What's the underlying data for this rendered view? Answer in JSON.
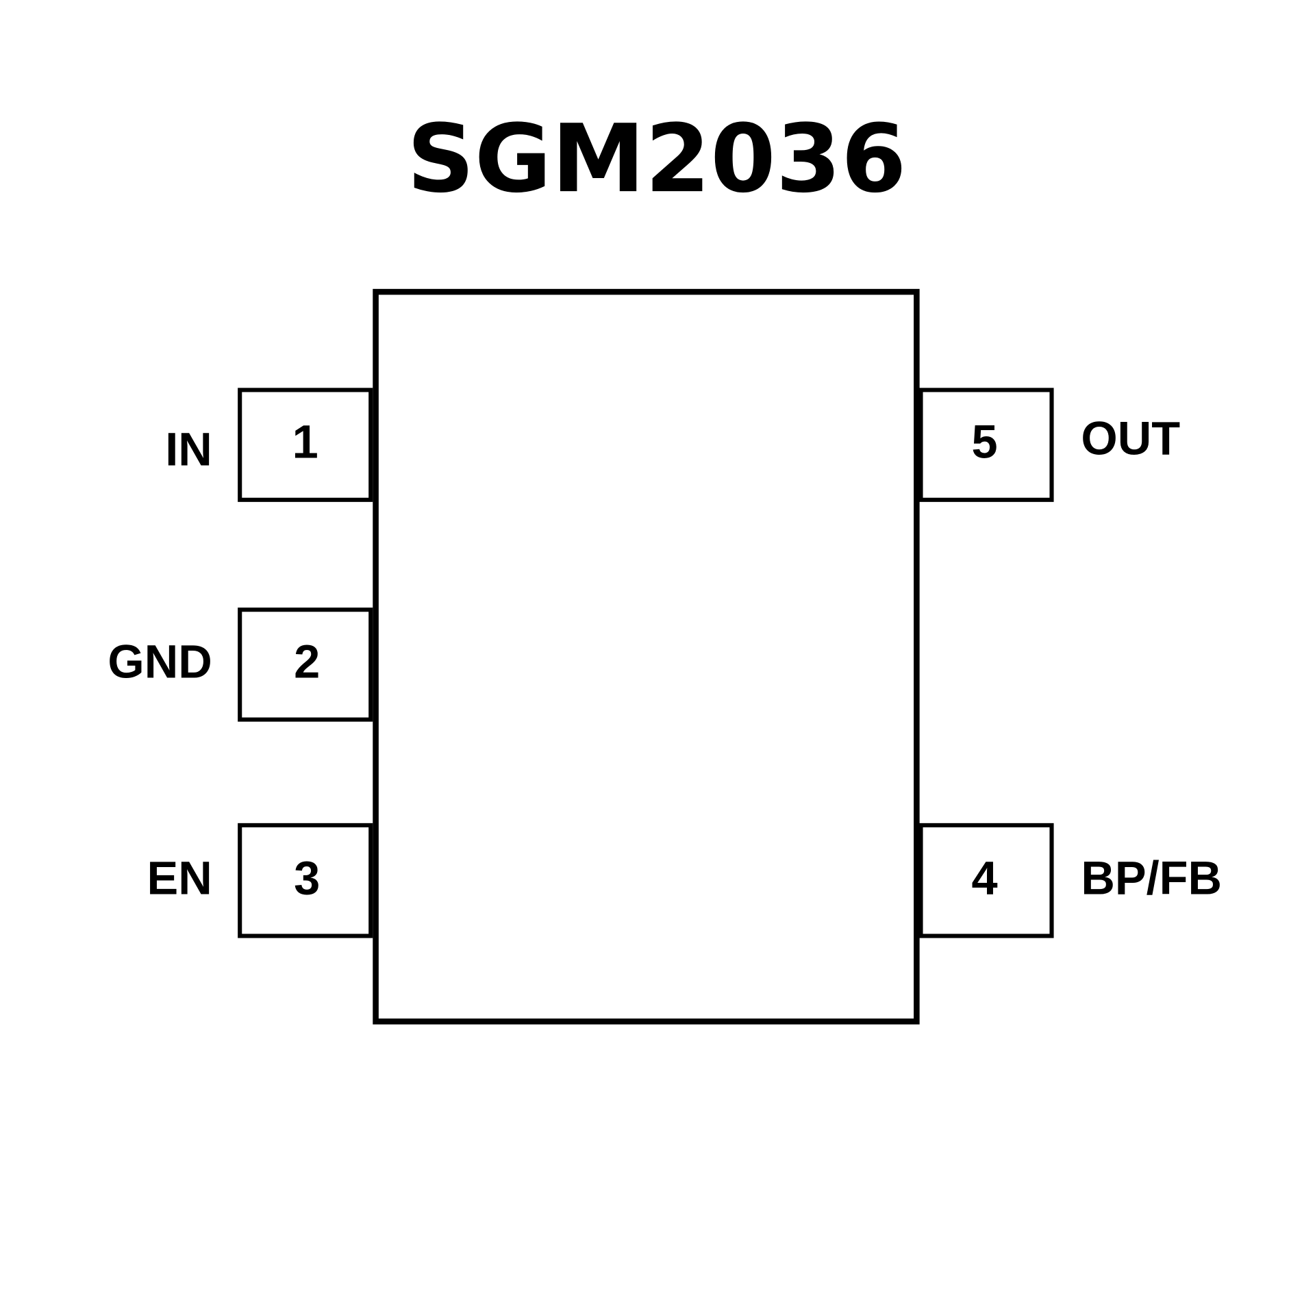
{
  "title": "SGM2036",
  "pins": [
    {
      "number": "1",
      "name": "IN"
    },
    {
      "number": "2",
      "name": "GND"
    },
    {
      "number": "3",
      "name": "EN"
    },
    {
      "number": "4",
      "name": "BP/FB"
    },
    {
      "number": "5",
      "name": "OUT"
    }
  ]
}
